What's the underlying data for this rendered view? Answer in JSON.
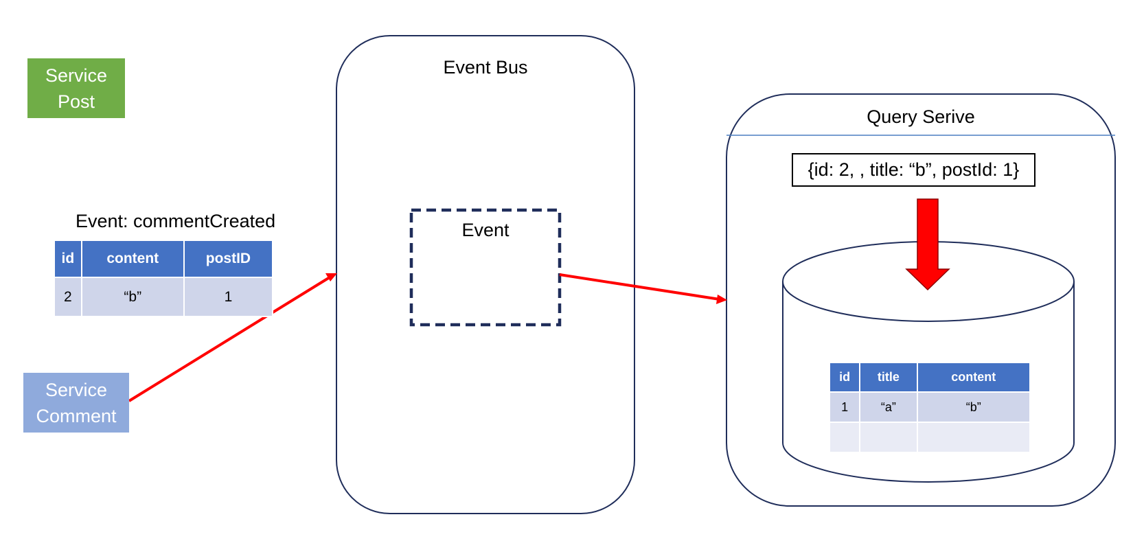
{
  "service_post": {
    "line1": "Service",
    "line2": "Post"
  },
  "service_comment": {
    "line1": "Service",
    "line2": "Comment"
  },
  "event_title": "Event: commentCreated",
  "event_table": {
    "headers": [
      "id",
      "content",
      "postID"
    ],
    "rows": [
      [
        "2",
        "“b”",
        "1"
      ]
    ]
  },
  "event_bus": {
    "title": "Event Bus",
    "event_label": "Event"
  },
  "query_service": {
    "title": "Query Serive",
    "json_text": "{id: 2, , title: “b”, postId: 1}",
    "table": {
      "headers": [
        "id",
        "title",
        "content"
      ],
      "rows": [
        [
          "1",
          "“a”",
          "“b”"
        ],
        [
          "",
          "",
          ""
        ]
      ]
    }
  },
  "colors": {
    "service_post": "#70ad47",
    "service_comment": "#8faadc",
    "table_header": "#4472c4",
    "table_row": "#cfd5ea",
    "table_row_alt": "#e9ebf5",
    "outline": "#1f2d5a",
    "arrow": "#ff0000"
  }
}
